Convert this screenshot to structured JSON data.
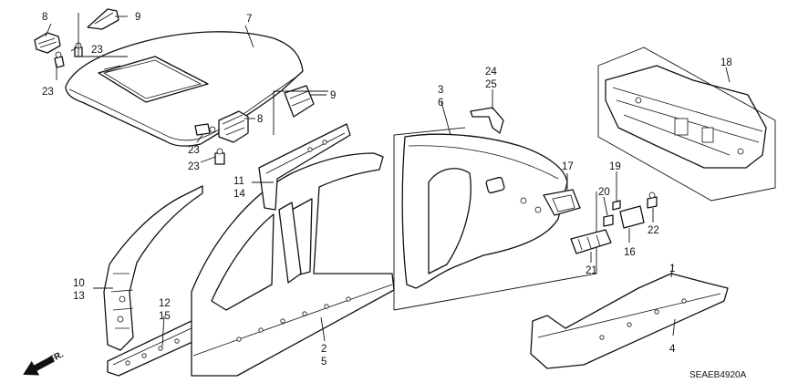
{
  "callouts": {
    "c1": "1",
    "c2": "2",
    "c3": "3",
    "c4": "4",
    "c5": "5",
    "c6": "6",
    "c7": "7",
    "c8a": "8",
    "c8b": "8",
    "c9a": "9",
    "c9b": "9",
    "c10": "10",
    "c11": "11",
    "c12": "12",
    "c13": "13",
    "c14": "14",
    "c15": "15",
    "c16": "16",
    "c17": "17",
    "c18": "18",
    "c19": "19",
    "c20": "20",
    "c21": "21",
    "c22": "22",
    "c23a": "23",
    "c23b": "23",
    "c23c": "23",
    "c23d": "23",
    "c24": "24",
    "c25": "25"
  },
  "direction_label": "FR.",
  "diagram_code": "SEAEB4920A"
}
